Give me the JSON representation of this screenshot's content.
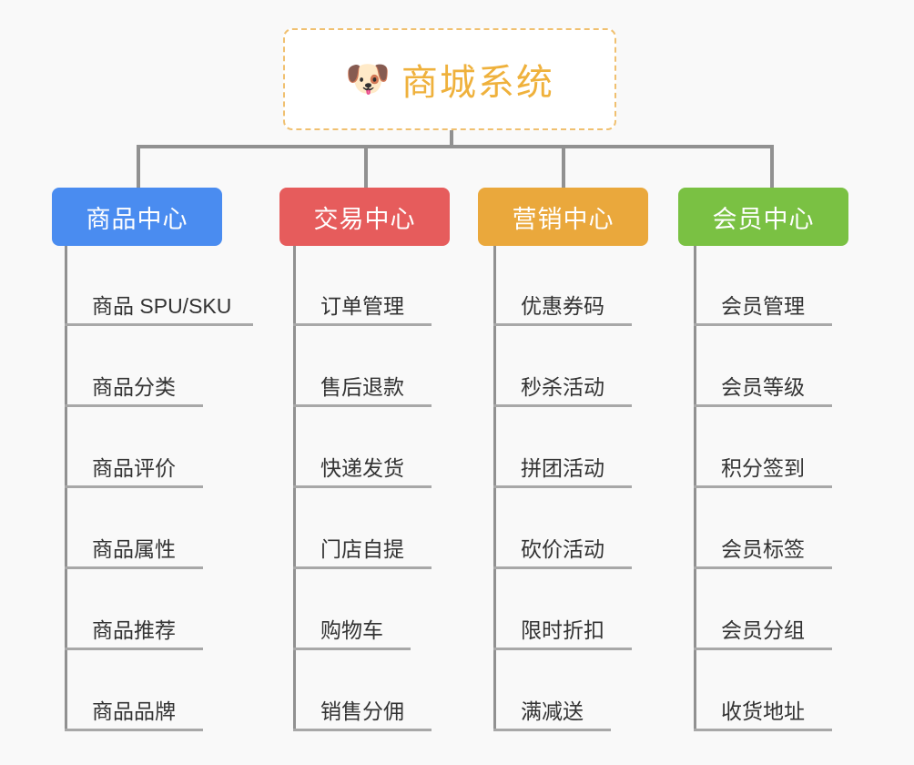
{
  "page": {
    "background_color": "#f9f9f9",
    "line_color": "#919191"
  },
  "root": {
    "icon": "dog-face-emoji",
    "icon_glyph": "🐶",
    "title": "商城系统",
    "text_color": "#efb13c",
    "border_color": "#f0c070",
    "background_color": "#ffffff"
  },
  "columns": [
    {
      "id": "product-center",
      "label": "商品中心",
      "color": "#4a8cf0",
      "items": [
        "商品 SPU/SKU",
        "商品分类",
        "商品评价",
        "商品属性",
        "商品推荐",
        "商品品牌"
      ]
    },
    {
      "id": "trade-center",
      "label": "交易中心",
      "color": "#e65c5c",
      "items": [
        "订单管理",
        "售后退款",
        "快递发货",
        "门店自提",
        "购物车",
        "销售分佣"
      ]
    },
    {
      "id": "marketing-center",
      "label": "营销中心",
      "color": "#eaa83c",
      "items": [
        "优惠券码",
        "秒杀活动",
        "拼团活动",
        "砍价活动",
        "限时折扣",
        "满减送"
      ]
    },
    {
      "id": "member-center",
      "label": "会员中心",
      "color": "#7ac143",
      "items": [
        "会员管理",
        "会员等级",
        "积分签到",
        "会员标签",
        "会员分组",
        "收货地址"
      ]
    }
  ]
}
